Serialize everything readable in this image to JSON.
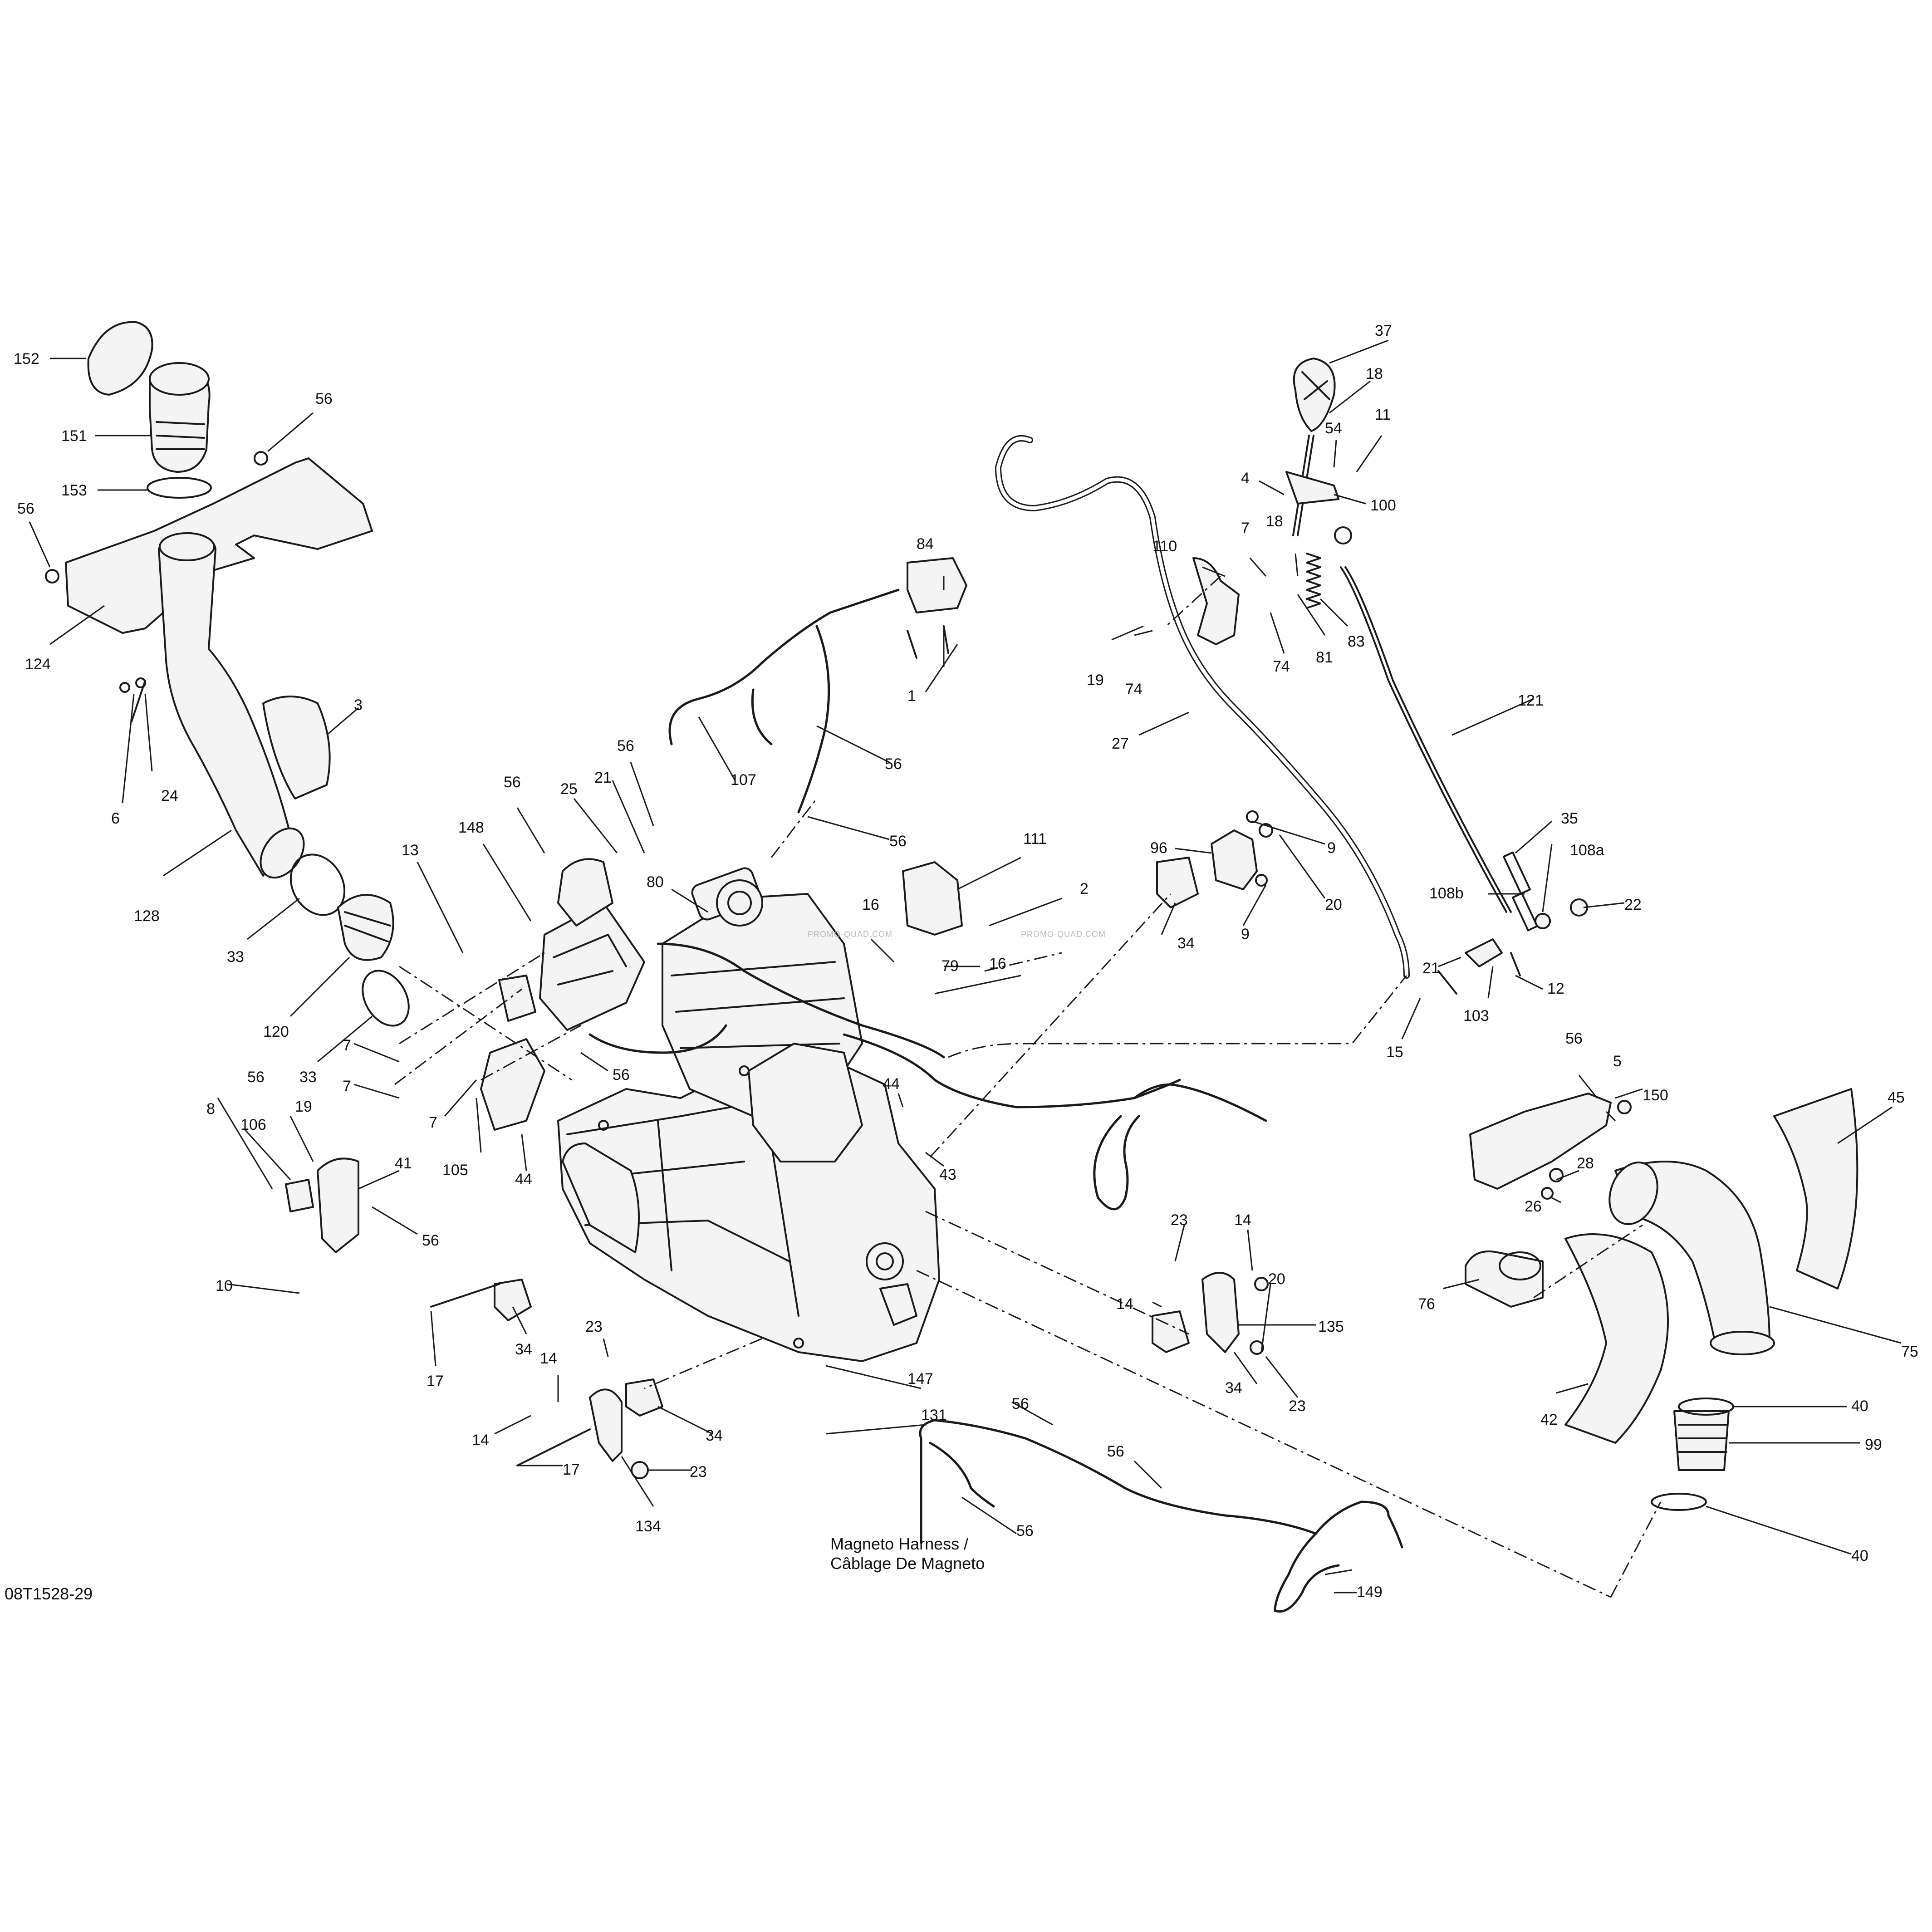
{
  "drawing_number": "08T1528-29",
  "harness_label": {
    "line1": "Magneto Harness /",
    "line2": "Câblage De Magneto"
  },
  "watermark": "PROMO-QUAD.COM",
  "callouts": [
    "152",
    "151",
    "153",
    "56",
    "56",
    "124",
    "6",
    "24",
    "3",
    "128",
    "33",
    "120",
    "33",
    "13",
    "148",
    "56",
    "25",
    "21",
    "56",
    "107",
    "56",
    "56",
    "80",
    "84",
    "1",
    "111",
    "2",
    "16",
    "16",
    "79",
    "7",
    "7",
    "7",
    "105",
    "44",
    "56",
    "44",
    "43",
    "8",
    "106",
    "56",
    "19",
    "41",
    "56",
    "10",
    "34",
    "17",
    "23",
    "14",
    "14",
    "17",
    "134",
    "34",
    "23",
    "147",
    "131",
    "56",
    "56",
    "56",
    "149",
    "37",
    "18",
    "54",
    "11",
    "4",
    "100",
    "18",
    "7",
    "110",
    "83",
    "81",
    "74",
    "74",
    "19",
    "27",
    "121",
    "96",
    "9",
    "20",
    "9",
    "34",
    "35",
    "108a",
    "108b",
    "22",
    "21",
    "103",
    "12",
    "15",
    "23",
    "14",
    "14",
    "20",
    "135",
    "34",
    "23",
    "56",
    "5",
    "150",
    "28",
    "26",
    "45",
    "76",
    "75",
    "42",
    "40",
    "99",
    "40"
  ]
}
